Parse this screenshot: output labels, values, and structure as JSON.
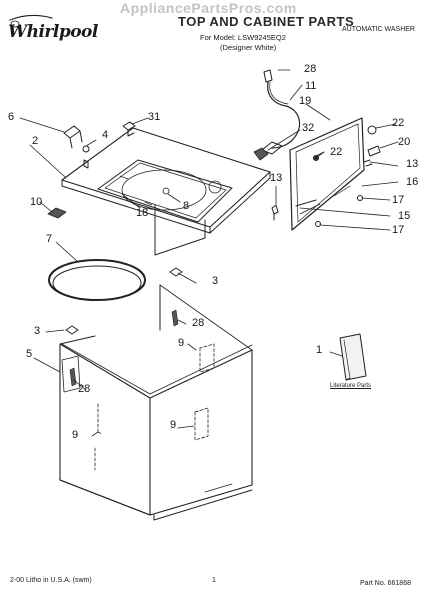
{
  "header": {
    "brand": "Whirlpool",
    "watermark": "AppliancePartsPros.com",
    "title": "TOP AND CABINET PARTS",
    "model_line": "For Model: LSW9245EQ2",
    "color_line": "(Designer White)",
    "appliance": "AUTOMATIC WASHER"
  },
  "literature_label": "Literature Parts",
  "callouts": [
    {
      "id": "c28a",
      "text": "28"
    },
    {
      "id": "c11",
      "text": "11"
    },
    {
      "id": "c19",
      "text": "19"
    },
    {
      "id": "c6",
      "text": "6"
    },
    {
      "id": "c31",
      "text": "31"
    },
    {
      "id": "c4",
      "text": "4"
    },
    {
      "id": "c2",
      "text": "2"
    },
    {
      "id": "c32",
      "text": "32"
    },
    {
      "id": "c22a",
      "text": "22"
    },
    {
      "id": "c20",
      "text": "20"
    },
    {
      "id": "c22b",
      "text": "22"
    },
    {
      "id": "c13a",
      "text": "13"
    },
    {
      "id": "c16",
      "text": "16"
    },
    {
      "id": "c13b",
      "text": "13"
    },
    {
      "id": "c17a",
      "text": "17"
    },
    {
      "id": "c15",
      "text": "15"
    },
    {
      "id": "c17b",
      "text": "17"
    },
    {
      "id": "c10",
      "text": "10"
    },
    {
      "id": "c18",
      "text": "18"
    },
    {
      "id": "c8",
      "text": "8"
    },
    {
      "id": "c7",
      "text": "7"
    },
    {
      "id": "c3a",
      "text": "3"
    },
    {
      "id": "c28b",
      "text": "28"
    },
    {
      "id": "c3b",
      "text": "3"
    },
    {
      "id": "c1",
      "text": "1"
    },
    {
      "id": "c9a",
      "text": "9"
    },
    {
      "id": "c5",
      "text": "5"
    },
    {
      "id": "c28c",
      "text": "28"
    },
    {
      "id": "c9b",
      "text": "9"
    },
    {
      "id": "c9c",
      "text": "9"
    }
  ],
  "footer": {
    "left": "2-00 Litho in U.S.A. (swm)",
    "page": "1",
    "part_number": "Part No. 661868"
  }
}
